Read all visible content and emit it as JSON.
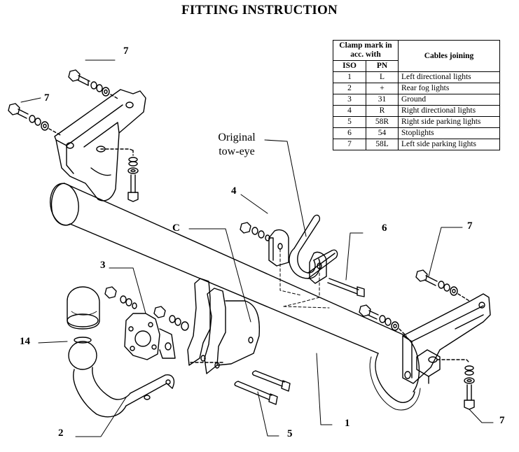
{
  "title": "FITTING INSTRUCTION",
  "legend": {
    "header_clamp": "Clamp mark in acc. with",
    "header_iso": "ISO",
    "header_pn": "PN",
    "header_cables": "Cables joining",
    "rows": [
      {
        "iso": "1",
        "pn": "L",
        "cable": "Left directional lights"
      },
      {
        "iso": "2",
        "pn": "+",
        "cable": "Rear fog lights"
      },
      {
        "iso": "3",
        "pn": "31",
        "cable": "Ground"
      },
      {
        "iso": "4",
        "pn": "R",
        "cable": "Right directional lights"
      },
      {
        "iso": "5",
        "pn": "58R",
        "cable": "Right side parking lights"
      },
      {
        "iso": "6",
        "pn": "54",
        "cable": "Stoplights"
      },
      {
        "iso": "7",
        "pn": "58L",
        "cable": "Left side parking lights"
      }
    ]
  },
  "labels": {
    "tow_eye_line1": "Original",
    "tow_eye_line2": "tow-eye",
    "c": "C",
    "n1": "1",
    "n2": "2",
    "n3": "3",
    "n4": "4",
    "n5": "5",
    "n6": "6",
    "n7a": "7",
    "n7b": "7",
    "n7c": "7",
    "n7d": "7",
    "n14": "14"
  }
}
